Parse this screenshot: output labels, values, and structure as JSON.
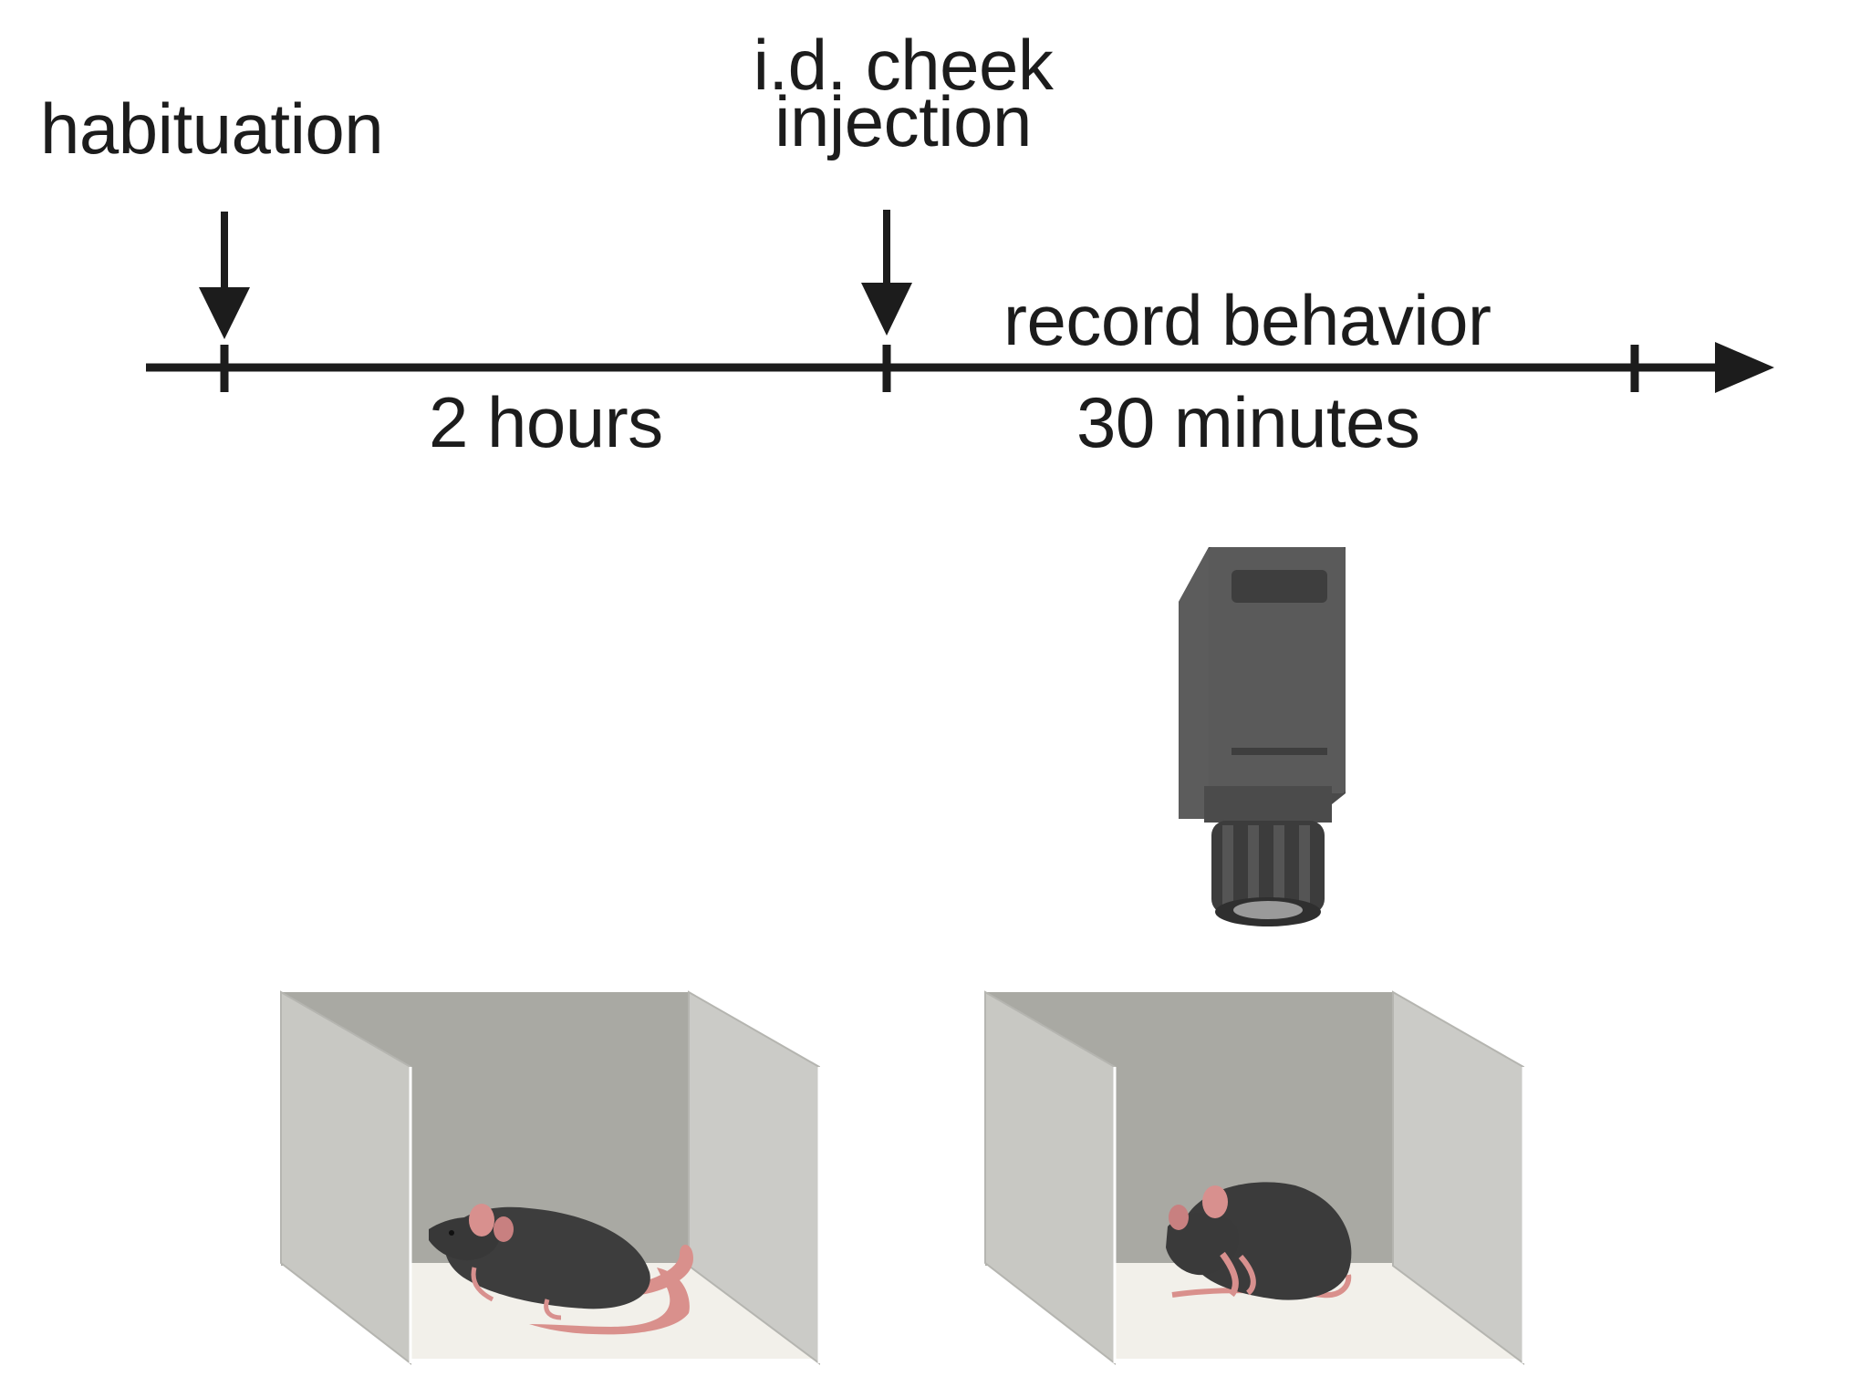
{
  "timeline": {
    "habituation_label": "habituation",
    "injection_label_line1": "i.d. cheek",
    "injection_label_line2": "injection",
    "record_label": "record behavior",
    "interval1_label": "2 hours",
    "interval2_label": "30 minutes"
  },
  "colors": {
    "line": "#1c1c1c",
    "box_back": "#a9a9a3",
    "box_side": "#c9c9c5",
    "box_floor": "#f2f0ea",
    "mouse_body": "#3d3d3d",
    "mouse_ear": "#d8908e",
    "mouse_tail": "#d9908c",
    "camera_body": "#555555",
    "camera_lens": "#444444"
  },
  "icons": [
    "down-arrow-icon",
    "timeline-arrowhead-icon",
    "video-camera-icon",
    "mouse-icon",
    "open-box-icon"
  ]
}
